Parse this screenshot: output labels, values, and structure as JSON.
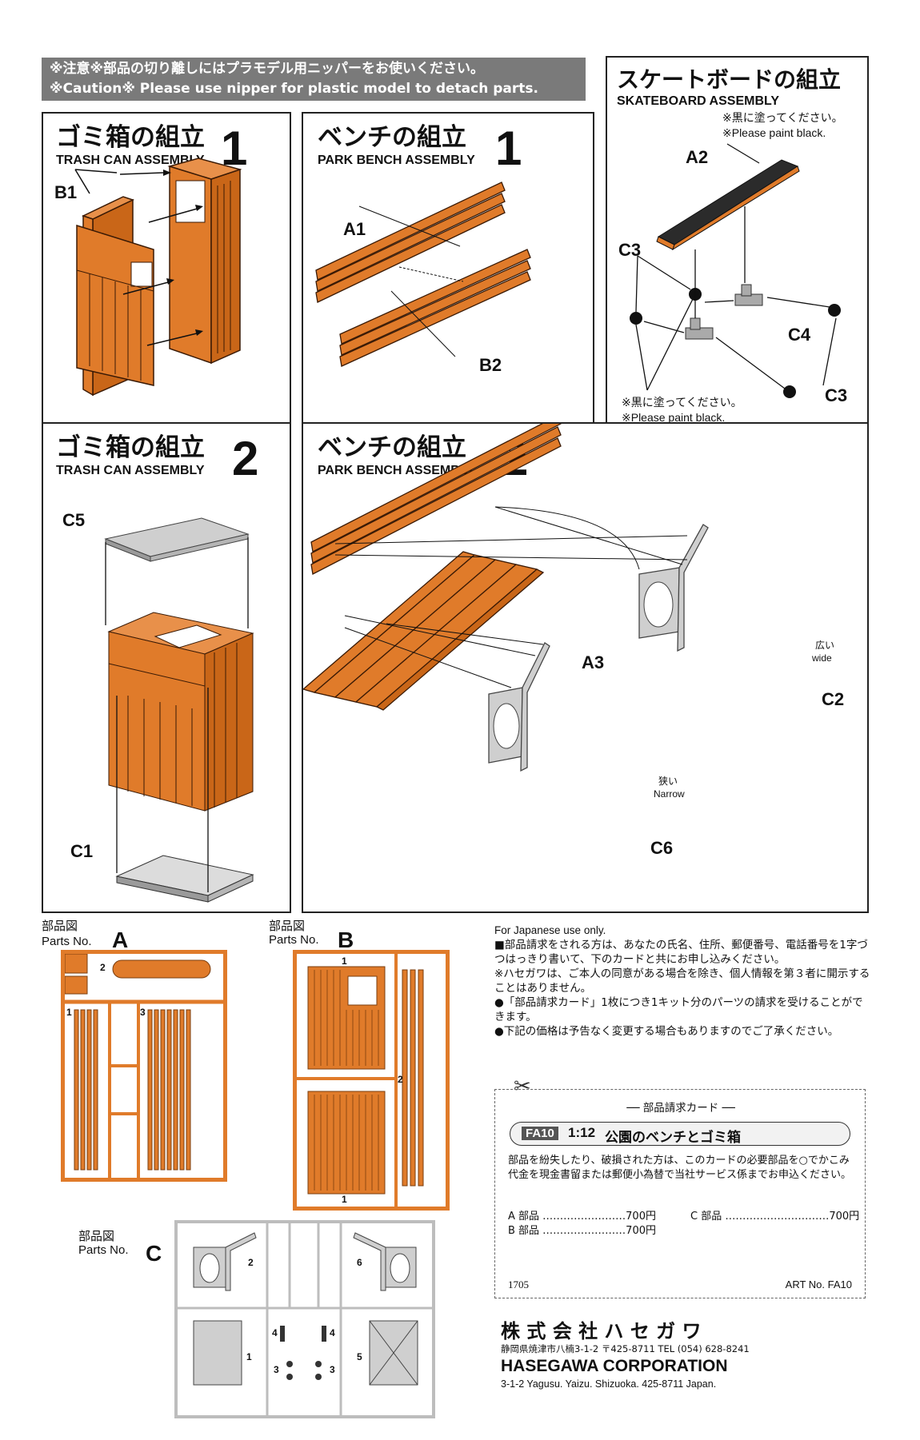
{
  "caution": {
    "line1": "※注意※部品の切り離しにはプラモデル用ニッパーをお使いください。",
    "line2": "※Caution※  Please use nipper for plastic model to detach parts."
  },
  "panels": {
    "trash1": {
      "title_jp": "ゴミ箱の組立",
      "title_en": "TRASH CAN ASSEMBLY",
      "step": "1",
      "labels": {
        "b1": "B1"
      }
    },
    "bench1": {
      "title_jp": "ベンチの組立",
      "title_en": "PARK BENCH ASSEMBLY",
      "step": "1",
      "labels": {
        "a1": "A1",
        "b2": "B2"
      }
    },
    "skate": {
      "title_jp": "スケートボードの組立",
      "title_en": "SKATEBOARD ASSEMBLY",
      "paint_top_jp": "※黒に塗ってください。",
      "paint_top_en": "※Please paint black.",
      "paint_bottom_jp": "※黒に塗ってください。",
      "paint_bottom_en": "※Please paint black.",
      "labels": {
        "a2": "A2",
        "c3a": "C3",
        "c4": "C4",
        "c3b": "C3"
      }
    },
    "trash2": {
      "title_jp": "ゴミ箱の組立",
      "title_en": "TRASH CAN ASSEMBLY",
      "step": "2",
      "labels": {
        "c5": "C5",
        "c1": "C1"
      }
    },
    "bench2": {
      "title_jp": "ベンチの組立",
      "title_en": "PARK BENCH ASSEMBLY",
      "step": "2",
      "labels": {
        "a3": "A3",
        "c2": "C2",
        "c6": "C6"
      },
      "wide_jp": "広い",
      "wide_en": "wide",
      "narrow_jp": "狭い",
      "narrow_en": "Narrow"
    }
  },
  "parts": {
    "a": {
      "label_jp": "部品図",
      "label_en": "Parts No.",
      "letter": "A",
      "nums": [
        "2",
        "1",
        "3"
      ]
    },
    "b": {
      "label_jp": "部品図",
      "label_en": "Parts No.",
      "letter": "B",
      "nums": [
        "1",
        "2",
        "1"
      ]
    },
    "c": {
      "label_jp": "部品図",
      "label_en": "Parts No.",
      "letter": "C",
      "nums": [
        "2",
        "6",
        "1",
        "4",
        "4",
        "3",
        "3",
        "5"
      ]
    }
  },
  "japan_info": {
    "heading": "For Japanese use only.",
    "p1": "■部品請求をされる方は、あなたの氏名、住所、郵便番号、電話番号を1字づつはっきり書いて、下のカードと共にお申し込みください。",
    "p2": "※ハセガワは、ご本人の同意がある場合を除き、個人情報を第３者に開示することはありません。",
    "p3": "●「部品請求カード」1枚につき1キット分のパーツの請求を受けることができます。",
    "p4": "●下記の価格は予告なく変更する場合もありますのでご了承ください。"
  },
  "card": {
    "title": "── 部品請求カード ──",
    "code": "FA10",
    "scale": "1:12",
    "name": "公園のベンチとゴミ箱",
    "desc": "部品を紛失したり、破損された方は、このカードの必要部品を○でかこみ代金を現金書留または郵便小為替で当社サービス係までお申込ください。",
    "price_a": "A 部品 ……………………700円",
    "price_c": "C 部品 …………………………700円",
    "price_b": "B 部品 ……………………700円",
    "num": "1705",
    "art": "ART No. FA10"
  },
  "company": {
    "name_jp": "株 式 会 社  ハ  セ  ガ  ワ",
    "address_jp": "静岡県焼津市八楠3-1-2  〒425-8711  TEL (054) 628-8241",
    "name_en": "HASEGAWA  CORPORATION",
    "address_en": "3-1-2 Yagusu. Yaizu. Shizuoka. 425-8711 Japan."
  },
  "colors": {
    "wood": "#e07b2a",
    "wood_dark": "#7a3d0e",
    "metal": "#cfcfcf",
    "skate": "#2b2b2b"
  }
}
